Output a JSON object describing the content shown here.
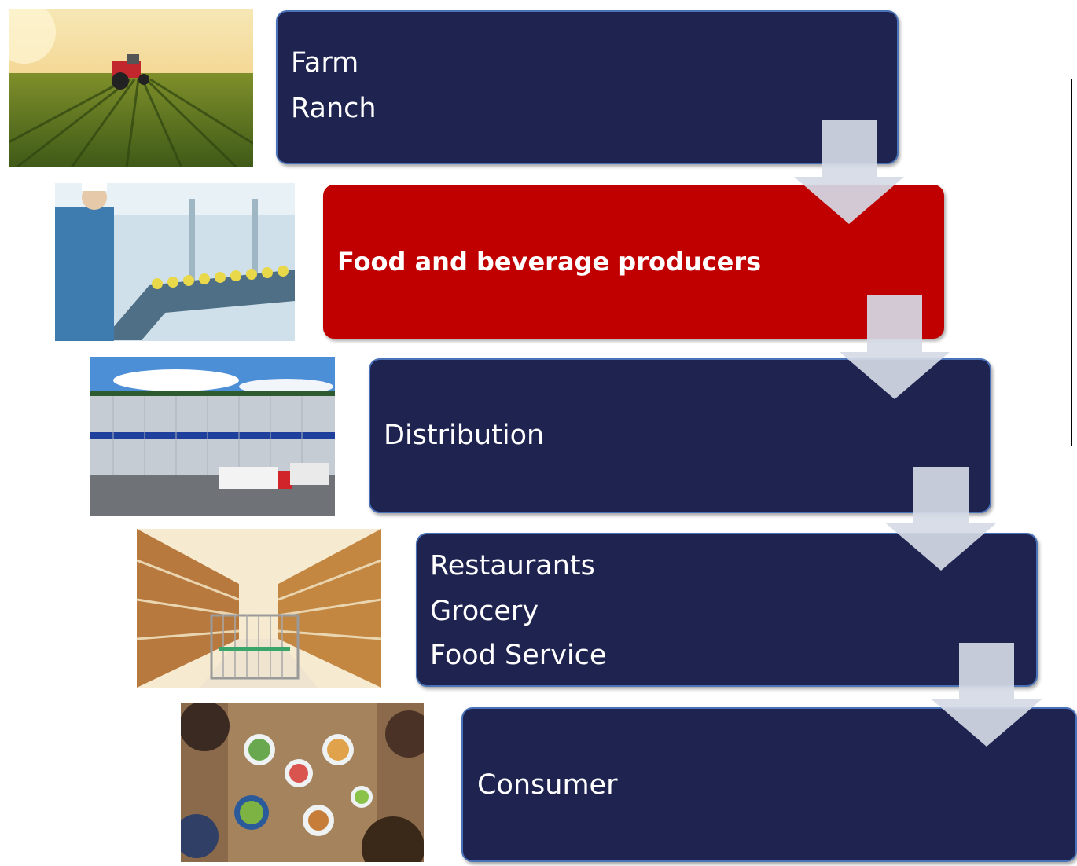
{
  "colors": {
    "box": "#1f2350",
    "box_border": "#4a72b8",
    "highlight": "#c00000",
    "arrow": "#d5dae6"
  },
  "stages": [
    {
      "image": "farm-photo-tractor-field",
      "lines": [
        "Farm",
        "Ranch"
      ],
      "highlight": false
    },
    {
      "image": "factory-photo-bottling-line",
      "lines": [
        "Food and beverage producers"
      ],
      "highlight": true
    },
    {
      "image": "warehouse-photo-trucks",
      "lines": [
        "Distribution"
      ],
      "highlight": false
    },
    {
      "image": "grocery-aisle-photo-cart",
      "lines": [
        "Restaurants",
        "Grocery",
        "Food Service"
      ],
      "highlight": false
    },
    {
      "image": "dining-table-photo-food",
      "lines": [
        "Consumer"
      ],
      "highlight": false
    }
  ]
}
